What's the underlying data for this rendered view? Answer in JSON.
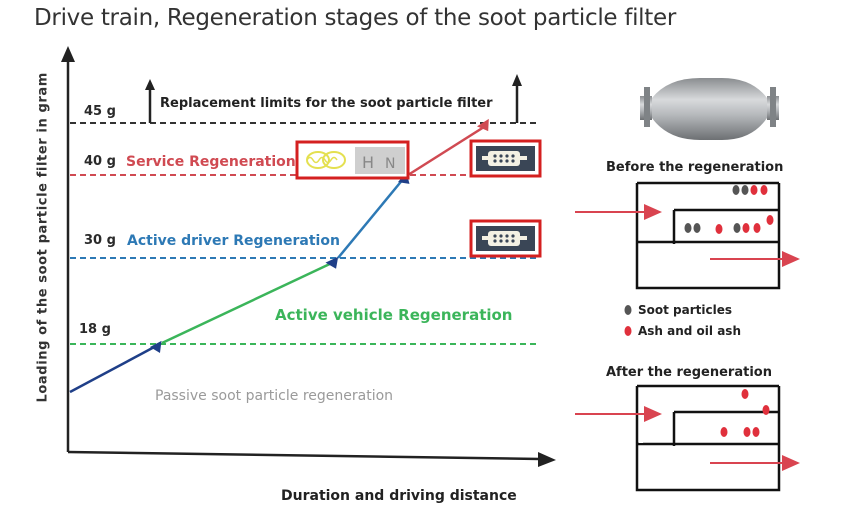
{
  "title": "Drive train, Regeneration stages of the soot particle filter",
  "axis": {
    "y_label": "Loading of the soot particle filter in gram",
    "x_label": "Duration and driving distance"
  },
  "levels": {
    "l45": "45 g",
    "l40": "40 g",
    "l30": "30 g",
    "l18": "18 g"
  },
  "labels": {
    "replacement": "Replacement limits for the soot particle filter",
    "service": "Service Regeneration",
    "active_driver": "Active driver Regeneration",
    "active_vehicle": "Active vehicle Regeneration",
    "passive": "Passive soot particle regeneration"
  },
  "right": {
    "before": "Before the regeneration",
    "after": "After the regeneration",
    "legend_soot": "Soot particles",
    "legend_ash": "Ash and oil ash"
  },
  "colors": {
    "service": "#d04a52",
    "active_driver": "#2d79b5",
    "active_vehicle": "#3bb55a",
    "passive": "#1f3f88",
    "soot": "#555555",
    "ash": "#e0303c",
    "highlight_box": "#d42020",
    "arrow": "#d94450"
  },
  "icons": {
    "filter": "filter-cartridge-icon",
    "symbols": "warning-lamp-symbols",
    "dpf_lamp": "dpf-warning-lamp-icon"
  }
}
